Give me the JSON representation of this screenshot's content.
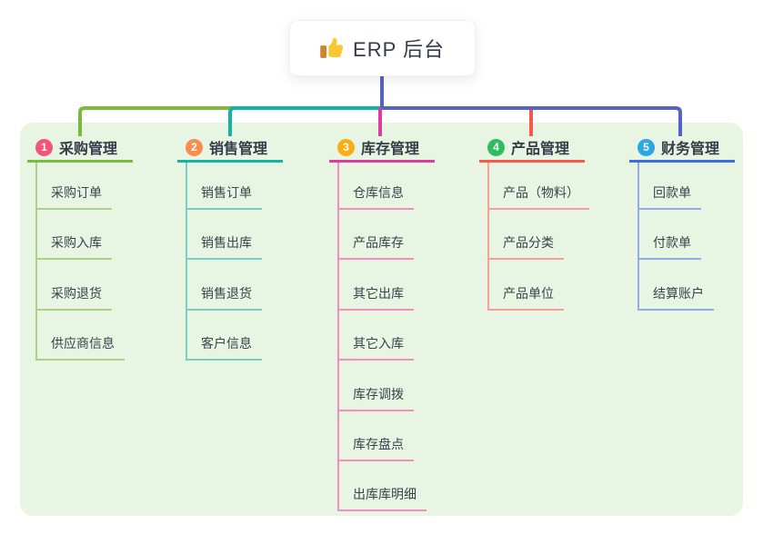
{
  "root": {
    "title": "ERP 后台",
    "icon": "thumbs-up-icon"
  },
  "branches": [
    {
      "badge": "1",
      "title": "采购管理",
      "badge_color": "#F2557A",
      "line_color": "#7CBA3F",
      "light_color": "#A9D18A",
      "items": [
        "采购订单",
        "采购入库",
        "采购退货",
        "供应商信息"
      ]
    },
    {
      "badge": "2",
      "title": "销售管理",
      "badge_color": "#FA8C4D",
      "line_color": "#14B4A4",
      "light_color": "#79CFC5",
      "items": [
        "销售订单",
        "销售出库",
        "销售退货",
        "客户信息"
      ]
    },
    {
      "badge": "3",
      "title": "库存管理",
      "badge_color": "#FBAD18",
      "line_color": "#DD3D9E",
      "light_color": "#F090C1",
      "items": [
        "仓库信息",
        "产品库存",
        "其它出库",
        "其它入库",
        "库存调拨",
        "库存盘点",
        "出库库明细"
      ]
    },
    {
      "badge": "4",
      "title": "产品管理",
      "badge_color": "#2EBE5F",
      "line_color": "#F9584F",
      "light_color": "#FB9F99",
      "items": [
        "产品（物料）",
        "产品分类",
        "产品单位"
      ]
    },
    {
      "badge": "5",
      "title": "财务管理",
      "badge_color": "#2BA7E8",
      "line_color": "#3C6DE0",
      "light_color": "#93ABE8",
      "items": [
        "回款单",
        "付款单",
        "结算账户"
      ]
    }
  ],
  "colors": {
    "root_connector": "#5564C4",
    "panel_bg": "#E7F5E2",
    "thumb_hand": "#FCC832",
    "thumb_cuff": "#CE8532"
  }
}
